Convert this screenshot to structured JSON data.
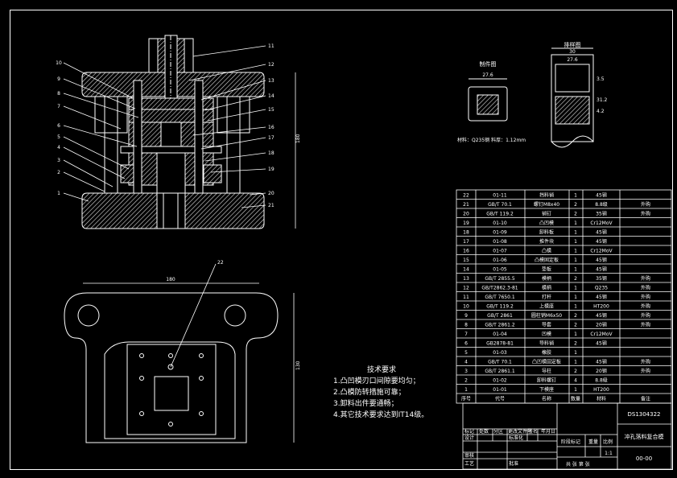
{
  "callouts": [
    "1",
    "2",
    "3",
    "4",
    "5",
    "6",
    "7",
    "8",
    "9",
    "10",
    "11",
    "12",
    "13",
    "14",
    "15",
    "16",
    "17",
    "18",
    "19",
    "20",
    "21"
  ],
  "plan_callout": "22",
  "plan_dims": {
    "width": "180",
    "height": "130"
  },
  "workpiece": {
    "title": "制件图",
    "dim": "27.6"
  },
  "strip": {
    "title": "排样图",
    "dim_top": "30",
    "dim_sub": "27.6",
    "dim_a": "3.5",
    "dim_b": "31.2",
    "dim_c": "4.2"
  },
  "material_note": "材料：Q235钢 料厚：1.12mm",
  "tech_req": {
    "title": "技术要求",
    "items": [
      "1.凸凹模刃口间隙要均匀；",
      "2.凸模防转措施可靠；",
      "3.卸料出件要通畅；",
      "4.其它技术要求达到IT14级。"
    ]
  },
  "bom": {
    "header": [
      "序号",
      "代号",
      "名称",
      "数量",
      "材料",
      "备注"
    ],
    "rows": [
      [
        "22",
        "01-11",
        "挡料销",
        "1",
        "45钢",
        ""
      ],
      [
        "21",
        "GB/T 70.1",
        "螺钉M8x40",
        "2",
        "8.8级",
        "外购"
      ],
      [
        "20",
        "GB/T 119.2",
        "销钉",
        "2",
        "35钢",
        "外购"
      ],
      [
        "19",
        "01-10",
        "凸凹模",
        "1",
        "Cr12MoV",
        ""
      ],
      [
        "18",
        "01-09",
        "卸料板",
        "1",
        "45钢",
        ""
      ],
      [
        "17",
        "01-08",
        "推件块",
        "1",
        "45钢",
        ""
      ],
      [
        "16",
        "01-07",
        "凸模",
        "1",
        "Cr12MoV",
        ""
      ],
      [
        "15",
        "01-06",
        "凸模固定板",
        "1",
        "45钢",
        ""
      ],
      [
        "14",
        "01-05",
        "垫板",
        "1",
        "45钢",
        ""
      ],
      [
        "13",
        "GB/T 2855.5",
        "模柄",
        "2",
        "35钢",
        "外购"
      ],
      [
        "12",
        "GB/T2862.3-81",
        "模柄",
        "1",
        "Q235",
        "外购"
      ],
      [
        "11",
        "GB/T 7650.1",
        "打杆",
        "1",
        "45钢",
        "外购"
      ],
      [
        "10",
        "GB/T 119.2",
        "上模座",
        "1",
        "HT200",
        "外购"
      ],
      [
        "9",
        "GB/T 2861",
        "圆柱销M6x50",
        "2",
        "45钢",
        "外购"
      ],
      [
        "8",
        "GB/T 2861.2",
        "导套",
        "2",
        "20钢",
        "外购"
      ],
      [
        "7",
        "01-04",
        "凹模",
        "1",
        "Cr12MoV",
        ""
      ],
      [
        "6",
        "GB2878-81",
        "导料销",
        "2",
        "45钢",
        ""
      ],
      [
        "5",
        "01-03",
        "橡胶",
        "1",
        "",
        ""
      ],
      [
        "4",
        "GB/T 70.1",
        "凸凹模固定板",
        "1",
        "45钢",
        "外购"
      ],
      [
        "3",
        "GB/T 2861.1",
        "导柱",
        "2",
        "20钢",
        "外购"
      ],
      [
        "2",
        "01-02",
        "卸料螺钉",
        "4",
        "8.8级",
        ""
      ],
      [
        "1",
        "01-01",
        "下模座",
        "1",
        "HT200",
        ""
      ]
    ]
  },
  "title_block": {
    "drawing_no": "DS1304322",
    "name": "冲孔落料复合模",
    "code": "00-00",
    "scale": "1:1",
    "labels": [
      "标记",
      "处数",
      "分区",
      "更改文件号",
      "签名",
      "年月日",
      "设计",
      "标准化",
      "审核",
      "工艺",
      "批准",
      "阶段标记",
      "重量",
      "比例",
      "共 张 第 张"
    ]
  }
}
